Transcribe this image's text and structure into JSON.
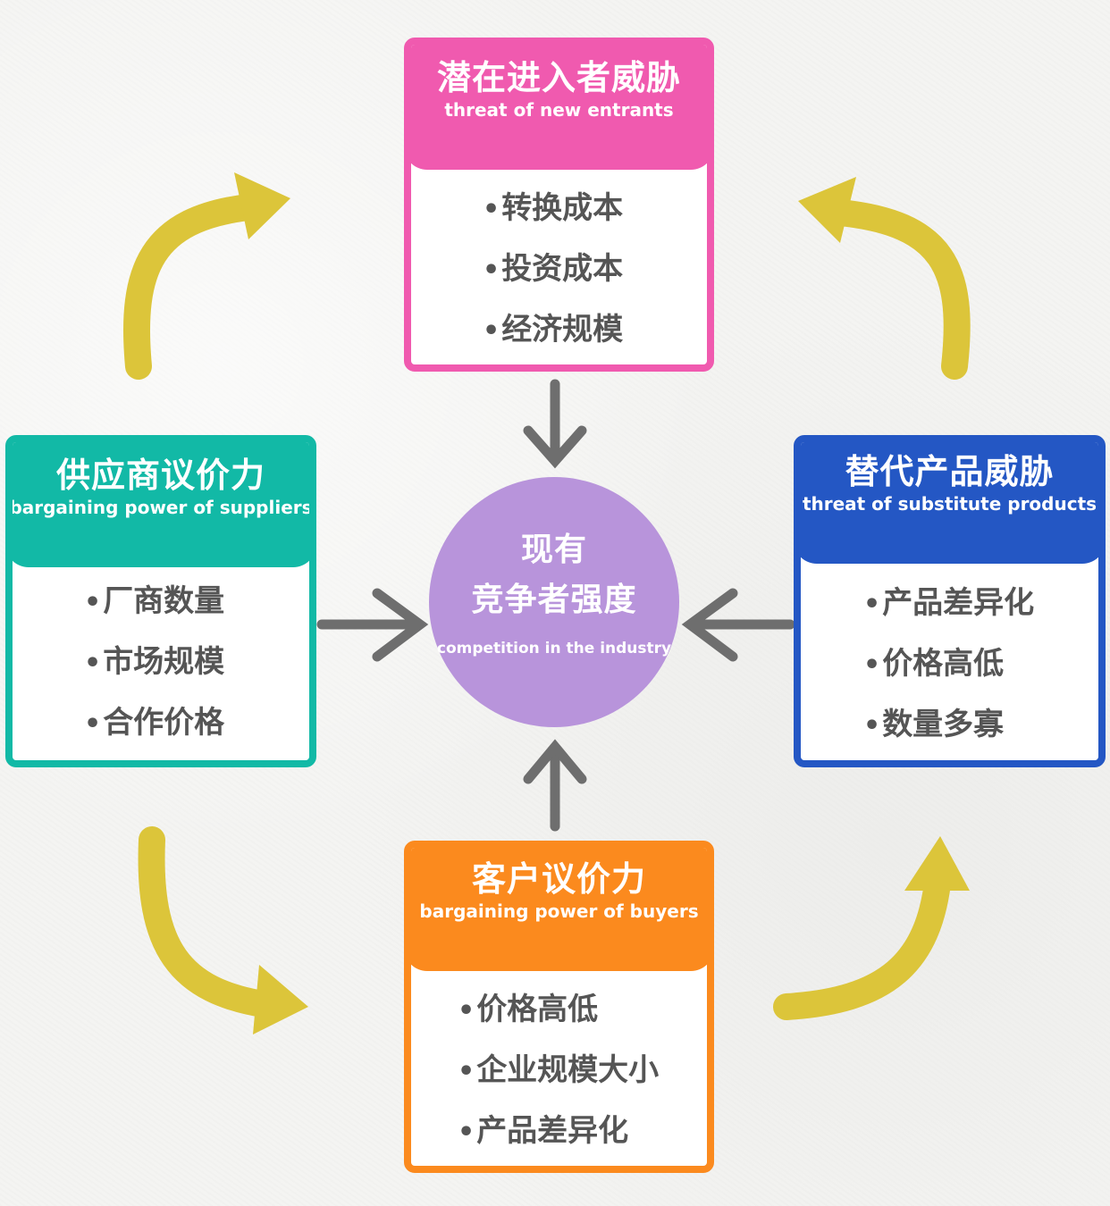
{
  "center": {
    "title_line1": "现有",
    "title_line2": "竞争者强度",
    "subtitle": "competition in the industry",
    "color": "#b894db"
  },
  "cards": {
    "top": {
      "title": "潜在进入者威胁",
      "subtitle": "threat of new entrants",
      "color": "#f05aaf",
      "items": [
        "转换成本",
        "投资成本",
        "经济规模"
      ]
    },
    "left": {
      "title": "供应商议价力",
      "subtitle": "bargaining power of suppliers",
      "color": "#12b9a6",
      "items": [
        "厂商数量",
        "市场规模",
        "合作价格"
      ]
    },
    "right": {
      "title": "替代产品威胁",
      "subtitle": "threat of substitute products",
      "color": "#2457c4",
      "items": [
        "产品差异化",
        "价格高低",
        "数量多寡"
      ]
    },
    "bottom": {
      "title": "客户议价力",
      "subtitle": "bargaining power of buyers",
      "color": "#fb8a1e",
      "items": [
        "价格高低",
        "企业规模大小",
        "产品差异化"
      ]
    }
  },
  "bullet": "•",
  "arrow_colors": {
    "cycle": "#dcc53a",
    "inward": "#6e6e6e"
  }
}
